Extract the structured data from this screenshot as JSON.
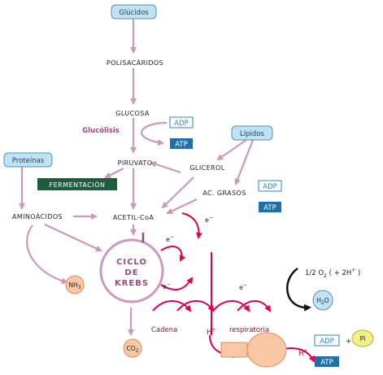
{
  "colors": {
    "pathway": "#cc99bb",
    "energy": "#e0004d",
    "pill_fill": "#bfe3f5",
    "pill_stroke": "#5a8fb0",
    "adp_stroke": "#2e86b8",
    "adp_text": "#2e86b8",
    "atp_fill": "#1f6fa8",
    "ferment_fill": "#1e5c3e",
    "circle_fill": "#f8c7a3",
    "circle_stroke": "#e38a5a",
    "pi_fill": "#f5ef8a",
    "krebs_text": "#9a4a7a",
    "glucolisis_text": "#9a4a7a"
  },
  "pills": {
    "glucidos": "Glúcidos",
    "lipidos": "Lípidos",
    "proteinas": "Proteínas"
  },
  "labels": {
    "polisacaridos": "POLISACÁRIDOS",
    "glucosa": "GLUCOSA",
    "glucolisis": "Glucólisis",
    "piruvato": "PIRUVATO",
    "glicerol": "GLICEROL",
    "ac_grasos": "AC. GRASOS",
    "aminoacidos": "AMINOÁCIDOS",
    "acetil_coa": "ACETIL-CoA",
    "fermentacion": "FERMENTACIÓN",
    "krebs_line1": "CICLO",
    "krebs_line2": "DE",
    "krebs_line3": "KREBS",
    "cadena": "Cadena",
    "respiratoria": "respiratoria",
    "electron": "e",
    "electron_sup": "−",
    "h_plus": "H",
    "h_plus_sup": "+",
    "o2_text": "1/2 O",
    "o2_sub": "2",
    "o2_rest": " ( + 2H",
    "o2_sup": "+",
    "o2_close": " )"
  },
  "molecules": {
    "nh3_main": "NH",
    "nh3_sub": "3",
    "co2_main": "CO",
    "co2_sub": "2",
    "h2o_main": "H",
    "h2o_sub": "2",
    "h2o_end": "O",
    "pi": "Pi",
    "plus": "+"
  },
  "badges": {
    "adp": "ADP",
    "atp": "ATP"
  }
}
